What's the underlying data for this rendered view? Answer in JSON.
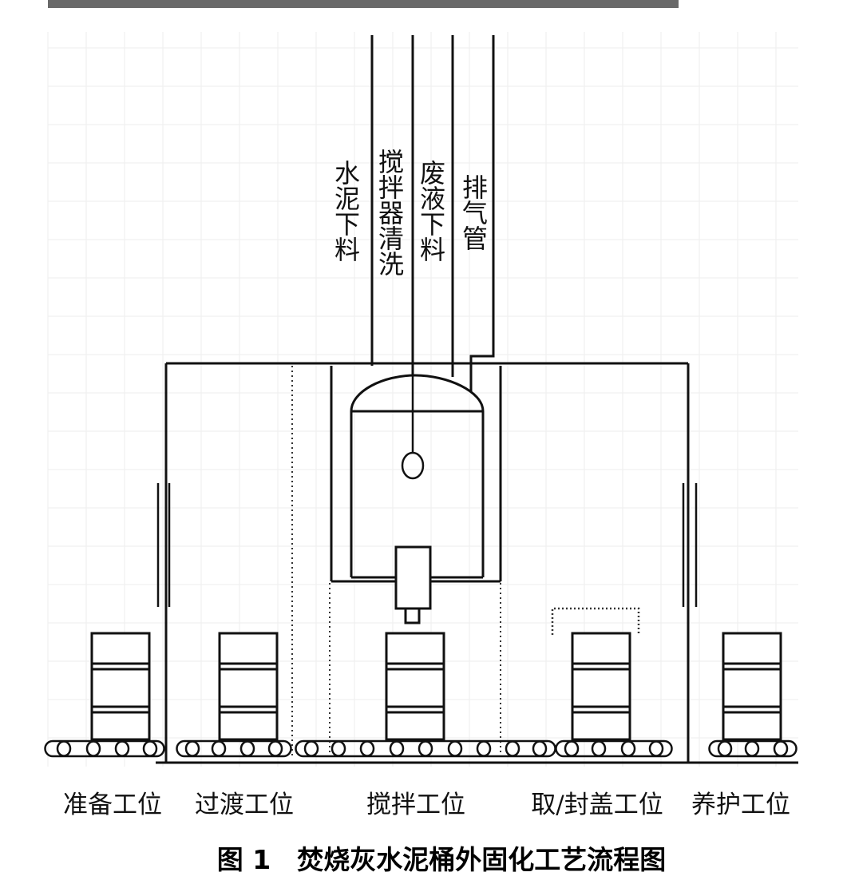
{
  "pipes": [
    {
      "id": "cement",
      "label": "水泥下料"
    },
    {
      "id": "mixer_wash",
      "label": "搅拌器清洗"
    },
    {
      "id": "waste_liquid",
      "label": "废液下料"
    },
    {
      "id": "exhaust",
      "label": "排气管"
    }
  ],
  "stations": [
    {
      "id": "prepare",
      "label": "准备工位"
    },
    {
      "id": "transition",
      "label": "过渡工位"
    },
    {
      "id": "mixing",
      "label": "搅拌工位"
    },
    {
      "id": "capping",
      "label": "取/封盖工位"
    },
    {
      "id": "curing",
      "label": "养护工位"
    }
  ],
  "caption": "图 1　焚烧灰水泥桶外固化工艺流程图",
  "colors": {
    "line": "#111111",
    "grid": "#eeeeee",
    "dotted": "#333333"
  }
}
